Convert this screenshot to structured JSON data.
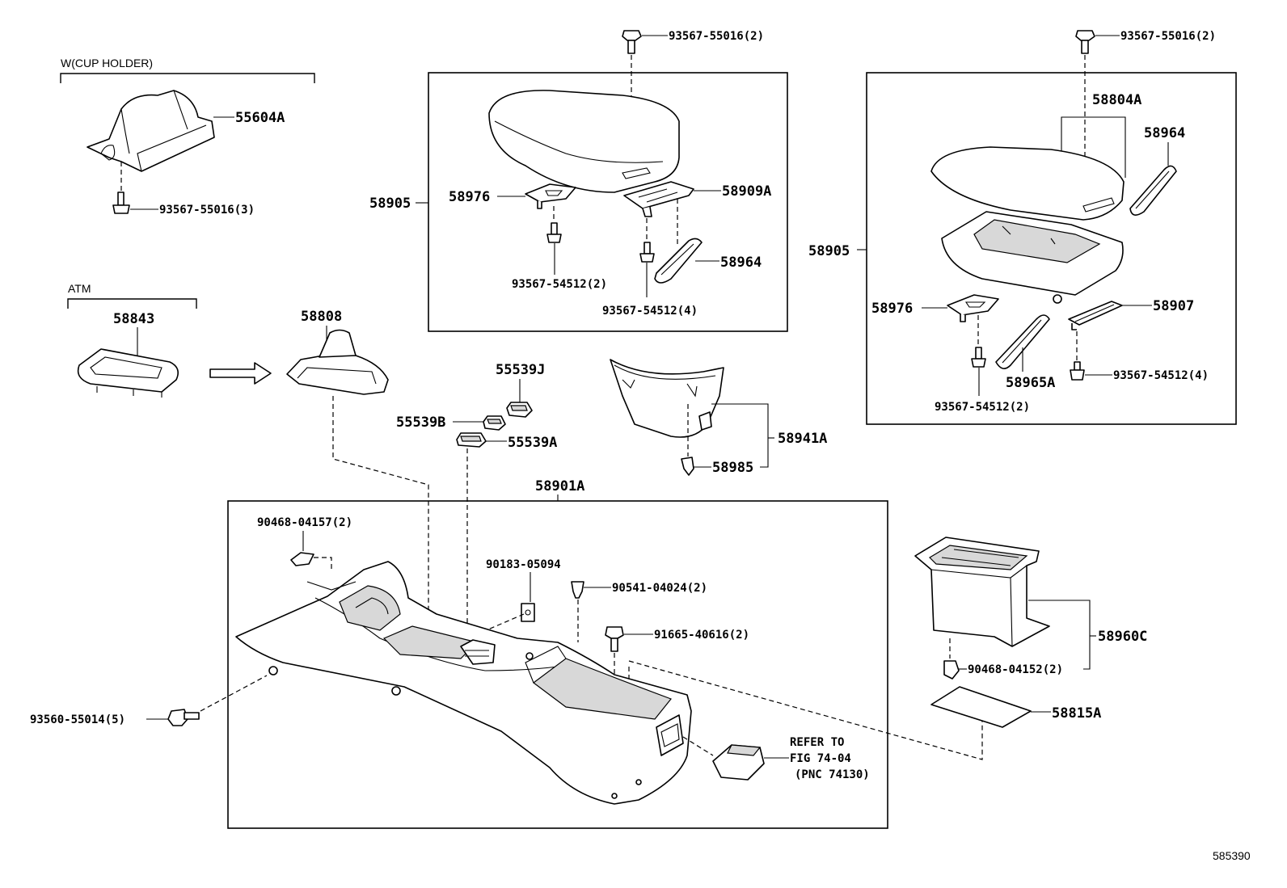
{
  "groups": {
    "cup_holder": "W(CUP HOLDER)",
    "atm": "ATM"
  },
  "labels": {
    "p55604A": "55604A",
    "p93567_55016_3": "93567-55016(3)",
    "p58843": "58843",
    "p58808": "58808",
    "p93567_55016_2a": "93567-55016(2)",
    "p58905a": "58905",
    "p58976a": "58976",
    "p58909A": "58909A",
    "p93567_54512_2a": "93567-54512(2)",
    "p58964a": "58964",
    "p93567_54512_4a": "93567-54512(4)",
    "p93567_55016_2b": "93567-55016(2)",
    "p58804A": "58804A",
    "p58964b": "58964",
    "p58905b": "58905",
    "p58976b": "58976",
    "p58907": "58907",
    "p58965A": "58965A",
    "p93567_54512_4b": "93567-54512(4)",
    "p93567_54512_2b": "93567-54512(2)",
    "p55539J": "55539J",
    "p55539B": "55539B",
    "p55539A": "55539A",
    "p58941A": "58941A",
    "p58985": "58985",
    "p58901A": "58901A",
    "p90468_04157_2": "90468-04157(2)",
    "p90183_05094": "90183-05094",
    "p90541_04024_2": "90541-04024(2)",
    "p91665_40616_2": "91665-40616(2)",
    "p93560_55014_5": "93560-55014(5)",
    "p58960C": "58960C",
    "p90468_04152_2": "90468-04152(2)",
    "p58815A": "58815A",
    "refer_line1": "REFER TO",
    "refer_line2": "FIG 74-04",
    "refer_line3": "(PNC 74130)"
  },
  "footer_code": "585390"
}
